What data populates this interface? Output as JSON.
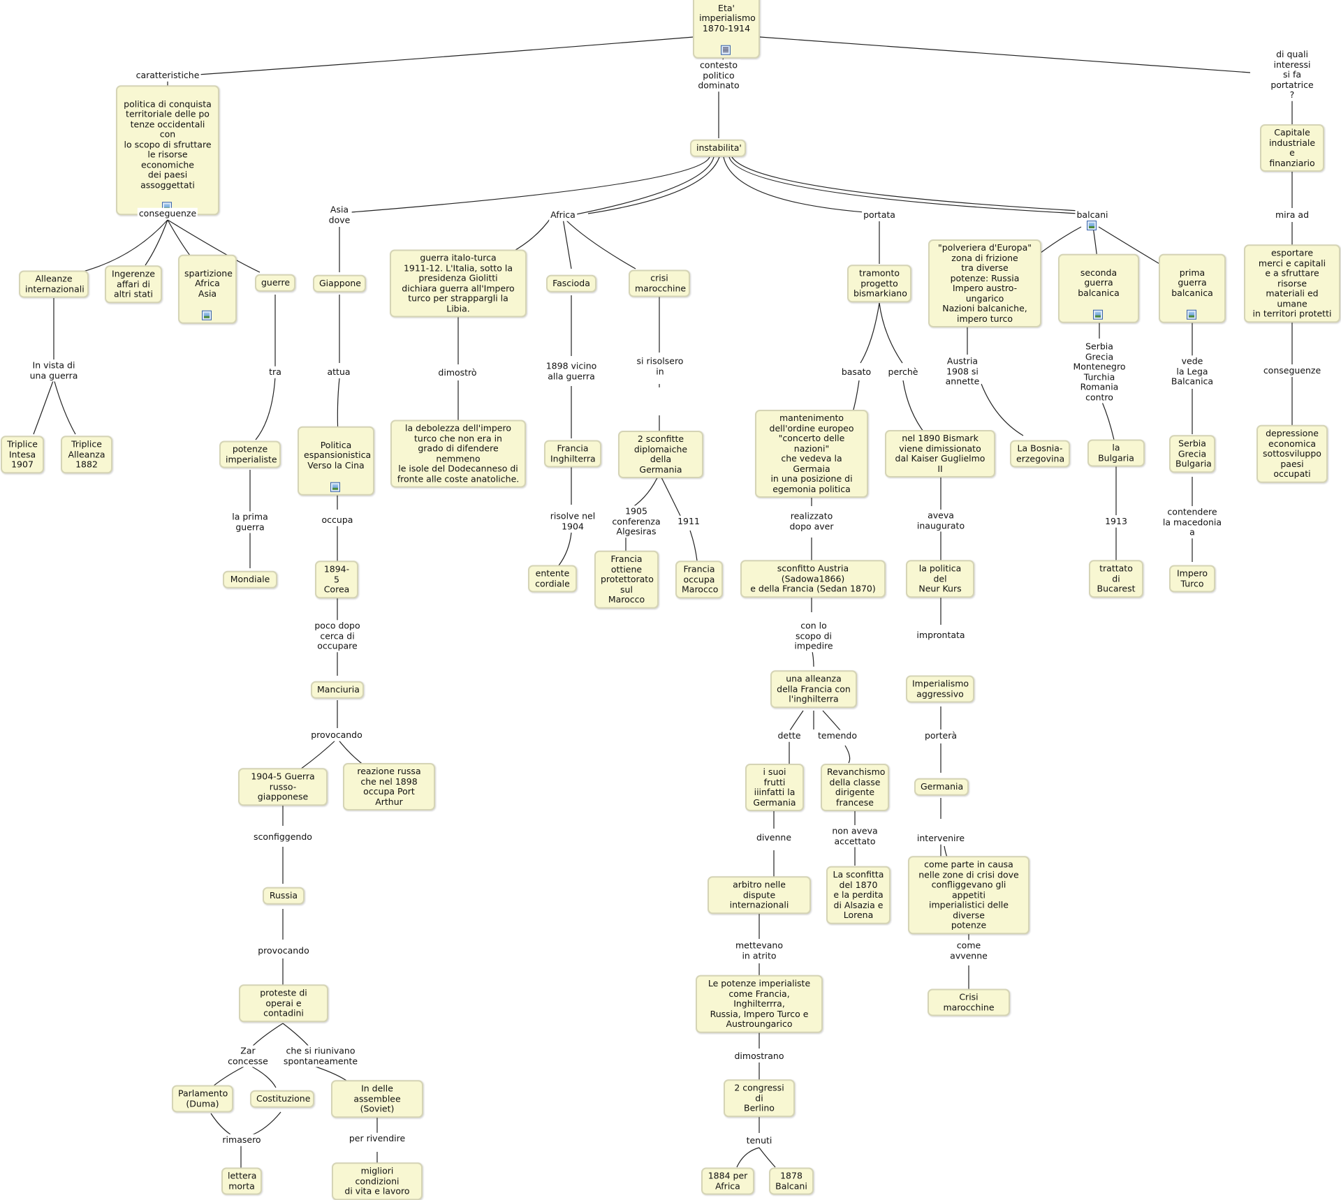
{
  "nodes": {
    "root": "Eta'\nimperialismo\n1870-1914",
    "politica_conquista": "politica di conquista\nterritoriale delle po\ntenze occidentali con\nlo scopo di sfruttare\nle risorse economiche\ndei paesi assoggettati",
    "alleanze": "Alleanze\ninternazionali",
    "ingerenze": "Ingerenze\naffari di\naltri stati",
    "spartizione": "spartizione\nAfrica\nAsia",
    "guerre": "guerre",
    "triplice_intesa": "Triplice\nIntesa\n1907",
    "triplice_alleanza": "Triplice\nAlleanza\n1882",
    "potenze_imperialiste": "potenze\nimperialiste",
    "mondiale": "Mondiale",
    "instabilita": "instabilita'",
    "giappone": "Giappone",
    "politica_espansionistica": "Politica\nespansionistica\nVerso la Cina",
    "corea": "1894-5\nCorea",
    "manciuria": "Manciuria",
    "guerra_russo_giapponese": "1904-5 Guerra\nrusso-giapponese",
    "reazione_russa": "reazione russa\nche nel 1898\noccupa Port Arthur",
    "russia": "Russia",
    "proteste": "proteste di\noperai e contadini",
    "parlamento": "Parlamento\n(Duma)",
    "costituzione": "Costituzione",
    "assemblee": "In delle assemblee\n(Soviet)",
    "lettera_morta": "lettera\nmorta",
    "migliori_condizioni": "migliori condizioni\ndi vita e lavoro",
    "guerra_italo_turca": "guerra italo-turca\n1911-12. L'Italia, sotto la\npresidenza Giolitti\ndichiara guerra all'Impero\nturco per strappargli la Libia.",
    "debolezza": "la debolezza dell'impero\nturco che non era in\ngrado di difendere nemmeno\nle isole del Dodecanneso di\nfronte alle coste anatoliche.",
    "fascioda": "Fascioda",
    "francia_inghilterra": "Francia\nInghilterra",
    "entente": "entente\ncordiale",
    "crisi_marocchine": "crisi\nmarocchine",
    "sconfitte": "2 sconfitte\ndiplomaiche della\nGermania",
    "francia_protettorato": "Francia\nottiene\nprotettorato\nsul Marocco",
    "francia_occupa": "Francia\noccupa\nMarocco",
    "tramonto": "tramonto\nprogetto\nbismarkiano",
    "mantenimento": "mantenimento\ndell'ordine europeo\n\"concerto delle nazioni\"\nche vedeva la Germaia\nin una posizione di\negemonia politica",
    "sconfitto_austria": "sconfitto Austria (Sadowa1866)\ne della Francia (Sedan 1870)",
    "alleanza_francia": "una alleanza\ndella Francia  con\nl'inghilterra",
    "frutti": "i suoi frutti\niiinfatti la\nGermania",
    "revanchismo": "Revanchismo\ndella classe\ndirigente\nfrancese",
    "arbitro": "arbitro nelle\ndispute internazionali",
    "sconfitta_1870": "La sconfitta\ndel 1870\ne la perdita\ndi Alsazia e\nLorena",
    "potenze_elenco": "Le potenze imperialiste\ncome Francia, Inghilterrra,\nRussia, Impero Turco e\nAustroungarico",
    "congressi": "2 congressi di\nBerlino",
    "c1884": "1884 per\nAfrica",
    "c1878": "1878\nBalcani",
    "bismarck_1890": "nel 1890 Bismark\nviene dimissionato\ndal Kaiser Guglielmo II",
    "neur_kurs": "la politica del\nNeur Kurs",
    "imperialismo_aggressivo": "Imperialismo\naggressivo",
    "germania": "Germania",
    "zone_crisi": "come parte in causa\nnelle zone di crisi  dove\nconfliggevano gli appetiti\nimperialistici delle diverse\npotenze",
    "crisi_marocchine2": "Crisi marocchine",
    "polveriera": "\"polveriera d'Europa\"\nzona di frizione\ntra diverse\npotenze: Russia\nImpero austro-ungarico\nNazioni balcaniche,\nimpero turco",
    "bosnia": "La Bosnia-\nerzegovina",
    "seconda_guerra": "seconda\nguerra balcanica",
    "bulgaria": "la Bulgaria",
    "bucarest": "trattato di\nBucarest",
    "prima_guerra": "prima guerra\nbalcanica",
    "serbia_grecia_bulgaria": "Serbia\nGrecia\nBulgaria",
    "impero_turco": "Impero\nTurco",
    "capitale": "Capitale\nindustriale\ne finanziario",
    "esportare": "esportare\nmerci e capitali\ne a sfruttare risorse\nmateriali ed umane\nin territori protetti",
    "depressione": "depressione\neconomica\nsottosviluppo\npaesi occupati"
  },
  "labels": {
    "caratteristiche": "caratteristiche",
    "contesto": "contesto\npolitico\ndominato",
    "di_quali": "di quali interessi\nsi fa portatrice ?",
    "conseguenze": "conseguenze",
    "in_vista": "In vista di\nuna guerra",
    "tra": "tra",
    "la_prima_guerra": "la prima\nguerra",
    "asia_dove": "Asia\ndove",
    "africa": "Africa",
    "portata": "portata",
    "balcani": "balcani",
    "attua": "attua",
    "occupa": "occupa",
    "poco_dopo": "poco dopo\ncerca di\noccupare",
    "provocando1": "provocando",
    "sconfiggendo": "sconfiggendo",
    "provocando2": "provocando",
    "zar_concesse": "Zar\nconcesse",
    "che_si_riunivano": "che si riunivano\nspontaneamente",
    "rimasero": "rimasero",
    "per_rivendire": "per rivendire",
    "dimostro": "dimostrò",
    "vicino_guerra": "1898 vicino\nalla guerra",
    "risolve": "risolve nel\n1904",
    "si_risolsero": "si risolsero\nin",
    "conferenza": "1905\nconferenza\nAlgesiras",
    "l1911": "1911",
    "basato": "basato",
    "perche": "perchè",
    "realizzato": "realizzato\ndopo aver",
    "con_lo_scopo": "con lo\nscopo di\nimpedire",
    "dette": "dette",
    "temendo": "temendo",
    "divenne": "divenne",
    "non_aveva": "non aveva\naccettato",
    "mettevano": "mettevano\nin atrito",
    "dimostrano": "dimostrano",
    "tenuti": "tenuti",
    "aveva_inaugurato": "aveva\ninaugurato",
    "improntata": "improntata",
    "portera": "porterà",
    "intervenire": "intervenire",
    "come_avvenne": "come\navvenne",
    "austria_1908": "Austria\n1908 si\nannette",
    "serbia_contro": "Serbia\nGrecia\nMontenegro\nTurchia\nRomania\ncontro",
    "l1913": "1913",
    "vede_lega": "vede\nla Lega\nBalcanica",
    "contendere": "contendere\nla macedonia\na",
    "mira_ad": "mira ad",
    "conseguenze2": "conseguenze"
  },
  "icons": {
    "root": "document-icon",
    "politica_conquista": "image-icon",
    "spartizione": "image-icon",
    "politica_espansionistica": "image-icon",
    "seconda_guerra": "image-icon",
    "prima_guerra": "image-icon",
    "balcani": "image-icon"
  }
}
